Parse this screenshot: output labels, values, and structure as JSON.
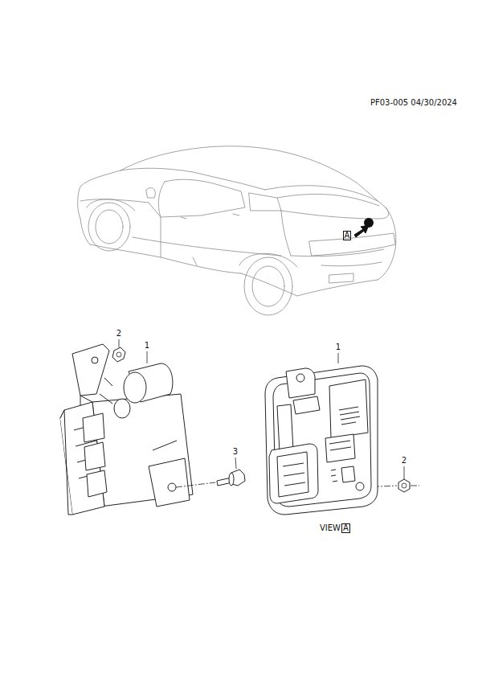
{
  "diagram": {
    "labels": [
      "PF03-005 04/30/2024",
      "A",
      "2",
      "1",
      "3",
      "1",
      "2",
      "VIEW",
      "A"
    ]
  }
}
